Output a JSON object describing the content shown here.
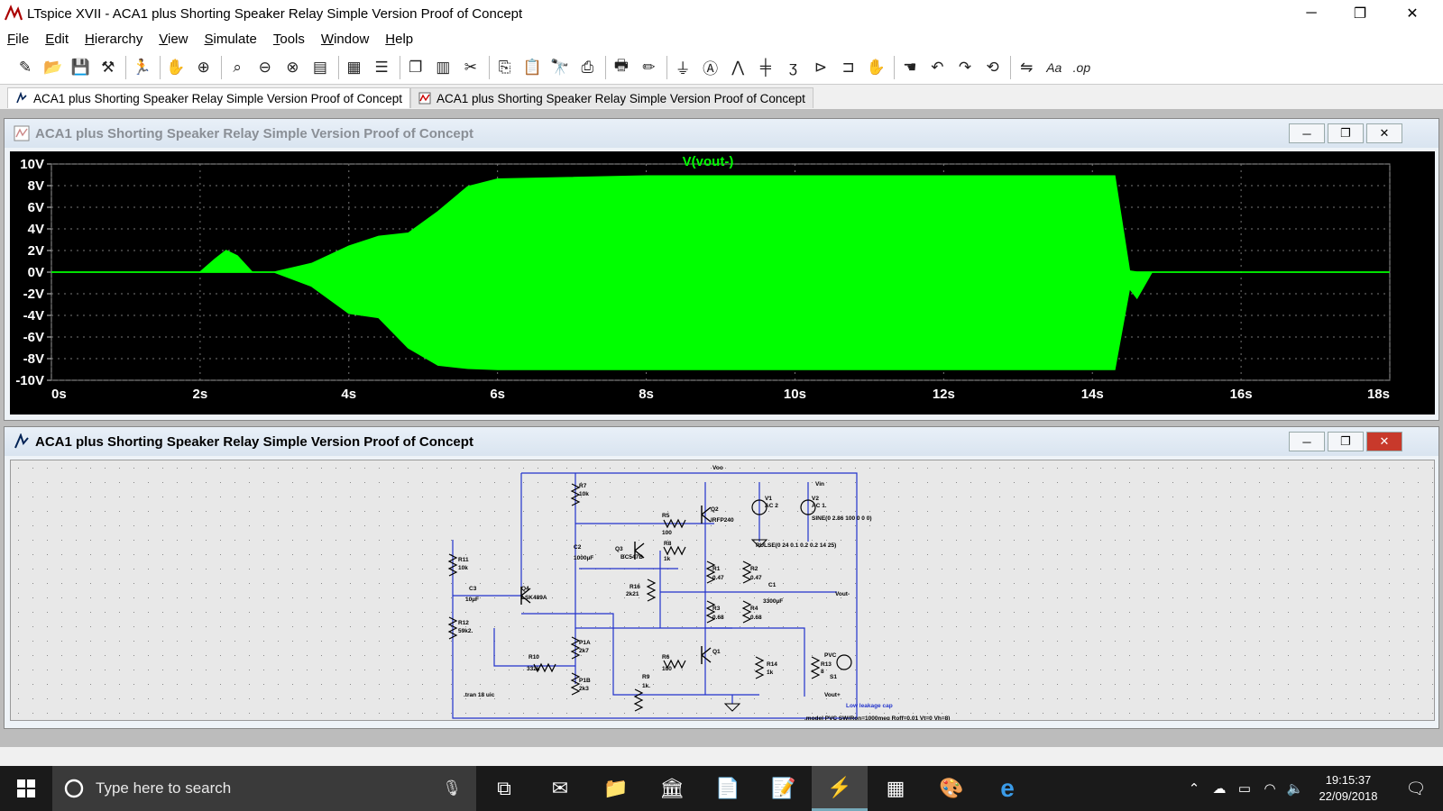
{
  "window": {
    "title": "LTspice XVII - ACA1 plus Shorting Speaker Relay Simple Version Proof of Concept",
    "minimize": "─",
    "maximize": "❐",
    "close": "✕"
  },
  "menu": [
    "File",
    "Edit",
    "Hierarchy",
    "View",
    "Simulate",
    "Tools",
    "Window",
    "Help"
  ],
  "toolbar_icons": [
    "new-schematic-icon",
    "open-icon",
    "save-icon",
    "control-panel-icon",
    "run-icon",
    "halt-icon",
    "zoom-in-icon",
    "zoom-fit-icon",
    "zoom-out-icon",
    "zoom-cancel-icon",
    "autorange-icon",
    "grid-icon",
    "tile-horizontal-icon",
    "cascade-icon",
    "tile-vertical-icon",
    "cut-icon",
    "copy-icon",
    "paste-icon",
    "find-icon",
    "print-icon",
    "print-preview-icon",
    "wire-icon",
    "ground-icon",
    "label-icon",
    "resistor-icon",
    "capacitor-icon",
    "inductor-icon",
    "diode-icon",
    "component-icon",
    "move-icon",
    "drag-icon",
    "undo-icon",
    "redo-icon",
    "rotate-icon",
    "mirror-icon",
    "text-icon",
    "spice-directive-icon"
  ],
  "tabs": [
    {
      "label": "ACA1 plus Shorting Speaker Relay Simple Version Proof of Concept",
      "icon": "schematic-icon",
      "active": true
    },
    {
      "label": "ACA1 plus Shorting Speaker Relay Simple Version Proof of Concept",
      "icon": "waveform-icon",
      "active": false
    }
  ],
  "waveform_pane": {
    "title": "ACA1 plus Shorting Speaker Relay Simple Version Proof of Concept",
    "trace_color": "#00ff00"
  },
  "chart_data": {
    "type": "area",
    "title": "V(vout-)",
    "series": [
      {
        "name": "V(vout-)",
        "x": [
          0,
          2.0,
          2.2,
          2.35,
          2.5,
          2.7,
          3.0,
          3.5,
          4.0,
          4.4,
          4.8,
          5.2,
          5.6,
          6.0,
          8.0,
          10.0,
          12.0,
          14.0,
          14.3,
          14.5,
          14.6,
          14.8,
          16.0,
          18.0
        ],
        "upper": [
          0,
          0,
          1.2,
          2.0,
          1.5,
          0,
          0,
          0.8,
          2.4,
          3.3,
          3.6,
          5.6,
          7.9,
          8.6,
          8.9,
          8.9,
          8.9,
          8.9,
          8.9,
          0.1,
          0,
          0,
          0,
          0
        ],
        "lower": [
          0,
          0,
          0,
          0,
          0,
          0,
          0,
          -1.3,
          -3.8,
          -4.2,
          -7.0,
          -8.6,
          -8.9,
          -9.0,
          -9.0,
          -9.0,
          -9.0,
          -9.0,
          -9.0,
          -1.5,
          -2.4,
          0,
          0,
          0
        ]
      }
    ],
    "xlim": [
      0,
      18
    ],
    "ylim": [
      -10,
      10
    ],
    "xticks": [
      "0s",
      "2s",
      "4s",
      "6s",
      "8s",
      "10s",
      "12s",
      "14s",
      "16s",
      "18s"
    ],
    "yticks": [
      "10V",
      "8V",
      "6V",
      "4V",
      "2V",
      "0V",
      "-2V",
      "-4V",
      "-6V",
      "-8V",
      "-10V"
    ],
    "grid": true,
    "background": "#000000"
  },
  "schematic_pane": {
    "title": "ACA1 plus Shorting Speaker Relay Simple Version Proof of Concept",
    "labels": [
      "Voo",
      "R7",
      "10k",
      "V1",
      "AC 2",
      "V2",
      "AC 1.",
      "SINE(0 2.86 100 0 0 0)",
      "Vin",
      "R5",
      "100",
      "Q2",
      "IRFP240",
      "R8",
      "1k",
      "Q3",
      "BC547B",
      "C2",
      "1000µF",
      "PULSE(0 24 0.1 0.2 0.2 14 25)",
      "R11",
      "10k",
      "C3",
      "10µF",
      "Q4",
      "LSK489A",
      "R16",
      "2k21",
      "R1",
      "0.47",
      "R2",
      "0.47",
      "C1",
      "3300µF",
      "Vout-",
      "R12",
      "59k2.",
      "R3",
      "0.68",
      "R4",
      "0.68",
      "P1A",
      "2k7",
      "R10",
      "332k",
      "R6",
      "100",
      "Q1",
      "R14",
      "1k",
      "PVC",
      "R13",
      "8",
      "S1",
      "P1B",
      "2k3",
      "R9",
      "1k.",
      ".tran 18 uic",
      "Vout+",
      "Low leakage cap",
      ".model PVC SW(Ron=1000meg Roff=0.01 Vt=0 Vh=8)"
    ]
  },
  "taskbar": {
    "search_placeholder": "Type here to search",
    "apps": [
      "task-view-icon",
      "outlook-icon",
      "file-explorer-icon",
      "bank-icon",
      "document-icon",
      "notepad-icon",
      "ltspice-icon",
      "calculator-icon",
      "paint-icon",
      "edge-icon"
    ],
    "time": "19:15:37",
    "date": "22/09/2018"
  }
}
